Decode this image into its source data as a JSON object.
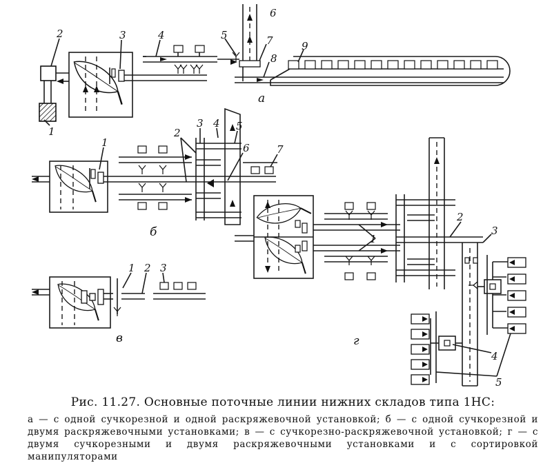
{
  "figure": {
    "subfig_a": {
      "label": "а",
      "callouts": [
        "1",
        "2",
        "3",
        "4",
        "5",
        "6",
        "7",
        "8",
        "9"
      ]
    },
    "subfig_b": {
      "label": "б",
      "callouts": [
        "1",
        "2",
        "3",
        "4",
        "5",
        "6",
        "7"
      ]
    },
    "subfig_v": {
      "label": "в",
      "callouts": [
        "1",
        "2",
        "3"
      ]
    },
    "subfig_g": {
      "label": "г",
      "callouts": [
        "1",
        "2",
        "3",
        "4",
        "5"
      ]
    }
  },
  "caption": {
    "title": "Рис. 11.27. Основные поточные линии нижних складов типа 1НС:",
    "body": "а — с одной сучкорезной и одной раскряжевочной установкой; б — с одной сучкорезной и двумя раскряжевочными установками; в — с сучкорезно-раскряжевочной установкой; г — с двумя сучкорезными и двумя раскряжевочными установками и с сортировкой манипуляторами"
  }
}
